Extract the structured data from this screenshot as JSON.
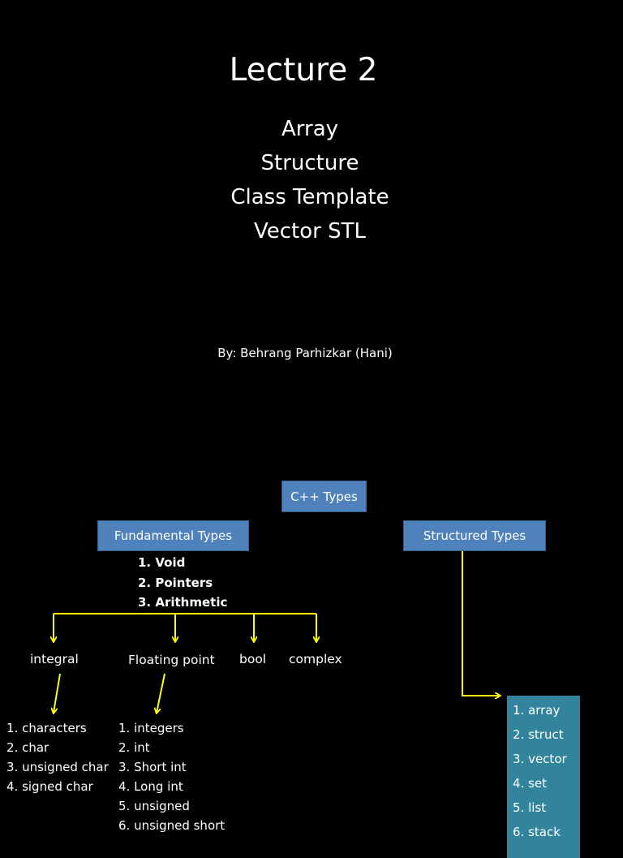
{
  "slide": {
    "title": "Lecture 2",
    "topics": [
      "Array",
      "Structure",
      "Class Template",
      "Vector STL"
    ],
    "author": "By: Behrang Parhizkar (Hani)"
  },
  "diagram": {
    "root": "C++ Types",
    "fundamental": {
      "label": "Fundamental Types",
      "items": [
        "1. Void",
        "2. Pointers",
        "3. Arithmetic"
      ]
    },
    "structured": {
      "label": "Structured Types",
      "items": [
        "1. array",
        "2. struct",
        "3. vector",
        "4. set",
        "5. list",
        "6. stack"
      ]
    },
    "categories": {
      "integral": "integral",
      "floating": "Floating point",
      "bool": "bool",
      "complex": "complex"
    },
    "integral_items": [
      "1. characters",
      "2. char",
      "3. unsigned char",
      "4. signed char"
    ],
    "floating_items": [
      "1. integers",
      "2. int",
      "3. Short int",
      "4. Long int",
      "5. unsigned",
      "6. unsigned short"
    ],
    "colors": {
      "box_fill": "#4f81bd",
      "box_border": "#385d8a",
      "structured_list_fill": "#31849b",
      "arrow": "#ffff00"
    }
  }
}
